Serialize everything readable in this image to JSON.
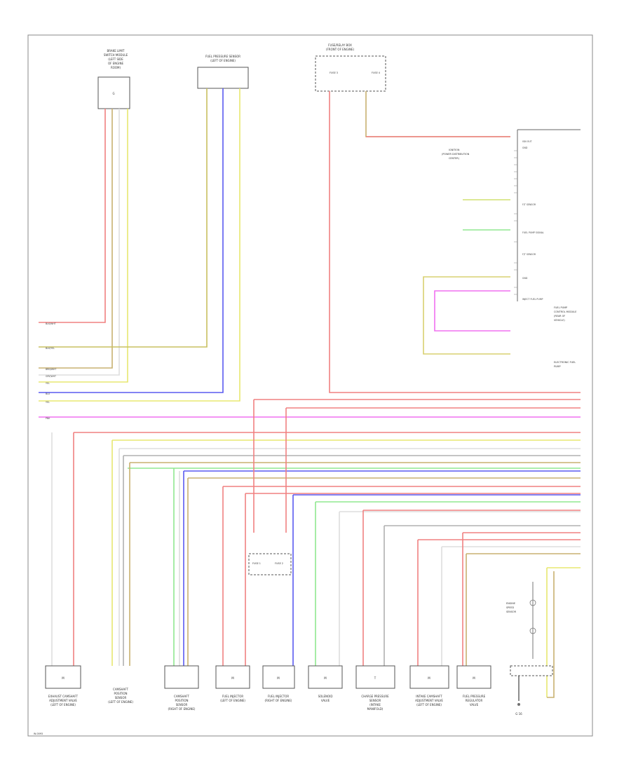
{
  "figure_id": "W-0093",
  "top_components": [
    {
      "id": "c1",
      "lines": [
        "BRAKE LIMIT",
        "SWITCH MODULE",
        "(LEFT SIDE",
        "OF ENGINE",
        "ROOM)"
      ],
      "code": "G"
    },
    {
      "id": "c2",
      "lines": [
        "FUEL PRESSURE SENSOR",
        "(LEFT OF ENGINE)"
      ]
    },
    {
      "id": "c3",
      "lines": [
        "FUSE/RELAY BOX",
        "(FRONT OF ENGINE)"
      ],
      "relays": [
        "FUSE 3",
        "FUSE 4"
      ]
    }
  ],
  "right_module": {
    "note": [
      "IGNITION",
      "(POWER DISTRIBUTION",
      "CENTER)"
    ],
    "pins": [
      "IGN OUT",
      "GND",
      "F/T SENSOR",
      "FUEL PUMP SIGNAL",
      "F/T SENSOR",
      "GND",
      "INJECT FUEL PUMP"
    ],
    "side_labels": [
      "FUEL PUMP",
      "CONTROL MODULE",
      "(REAR OF",
      "VEHICLE)",
      "ELECTRONIC FUEL",
      "PUMP"
    ]
  },
  "left_wires": [
    "BLK/WHT",
    "BLK/YEL",
    "BRN/WHT",
    "GRY/WHT",
    "YEL",
    "BLU",
    "YEL",
    "PNK"
  ],
  "bottom_components": [
    {
      "id": "b1",
      "code": "M",
      "lines": [
        "EXHAUST CAMSHAFT",
        "ADJUSTMENT VALVE",
        "(LEFT OF ENGINE)"
      ]
    },
    {
      "id": "b2",
      "code": "",
      "lines": [
        "CAMSHAFT",
        "POSITION",
        "SENSOR",
        "(LEFT OF ENGINE)"
      ]
    },
    {
      "id": "b3",
      "code": "",
      "lines": [
        "CAMSHAFT",
        "POSITION",
        "SENSOR",
        "(RIGHT OF ENGINE)"
      ]
    },
    {
      "id": "b4",
      "code": "M",
      "lines": [
        "FUEL INJECTOR",
        "(LEFT OF ENGINE)"
      ]
    },
    {
      "id": "b5",
      "code": "M",
      "lines": [
        "FUEL INJECTOR",
        "(RIGHT OF ENGINE)"
      ]
    },
    {
      "id": "b6",
      "code": "M",
      "lines": [
        "SOLENOID",
        "VALVE"
      ]
    },
    {
      "id": "b7",
      "code": "T",
      "lines": [
        "CHARGE PRESSURE",
        "SENSOR",
        "(INTAKE",
        "MANIFOLD)"
      ]
    },
    {
      "id": "b8",
      "code": "M",
      "lines": [
        "INTAKE CAMSHAFT",
        "ADJUSTMENT VALVE",
        "(LEFT OF ENGINE)"
      ]
    },
    {
      "id": "b9",
      "code": "M",
      "lines": [
        "FUEL PRESSURE",
        "REGULATOR",
        "VALVE"
      ]
    },
    {
      "id": "b10",
      "code": "",
      "lines": [
        "G 16"
      ]
    }
  ],
  "mid_relay": {
    "labels": [
      "FUSE 1",
      "FUSE 2"
    ]
  },
  "engine_sensor": {
    "lines": [
      "ENGINE",
      "SPEED",
      "SENSOR"
    ]
  },
  "colors": {
    "red": "#f08080",
    "yellow": "#e8e870",
    "blue": "#5a5af0",
    "pink": "#f070f0",
    "green": "#90e890",
    "gray": "#b0b0b0",
    "tan": "#c8b070",
    "dark": "#707070",
    "white": "#dddddd"
  }
}
